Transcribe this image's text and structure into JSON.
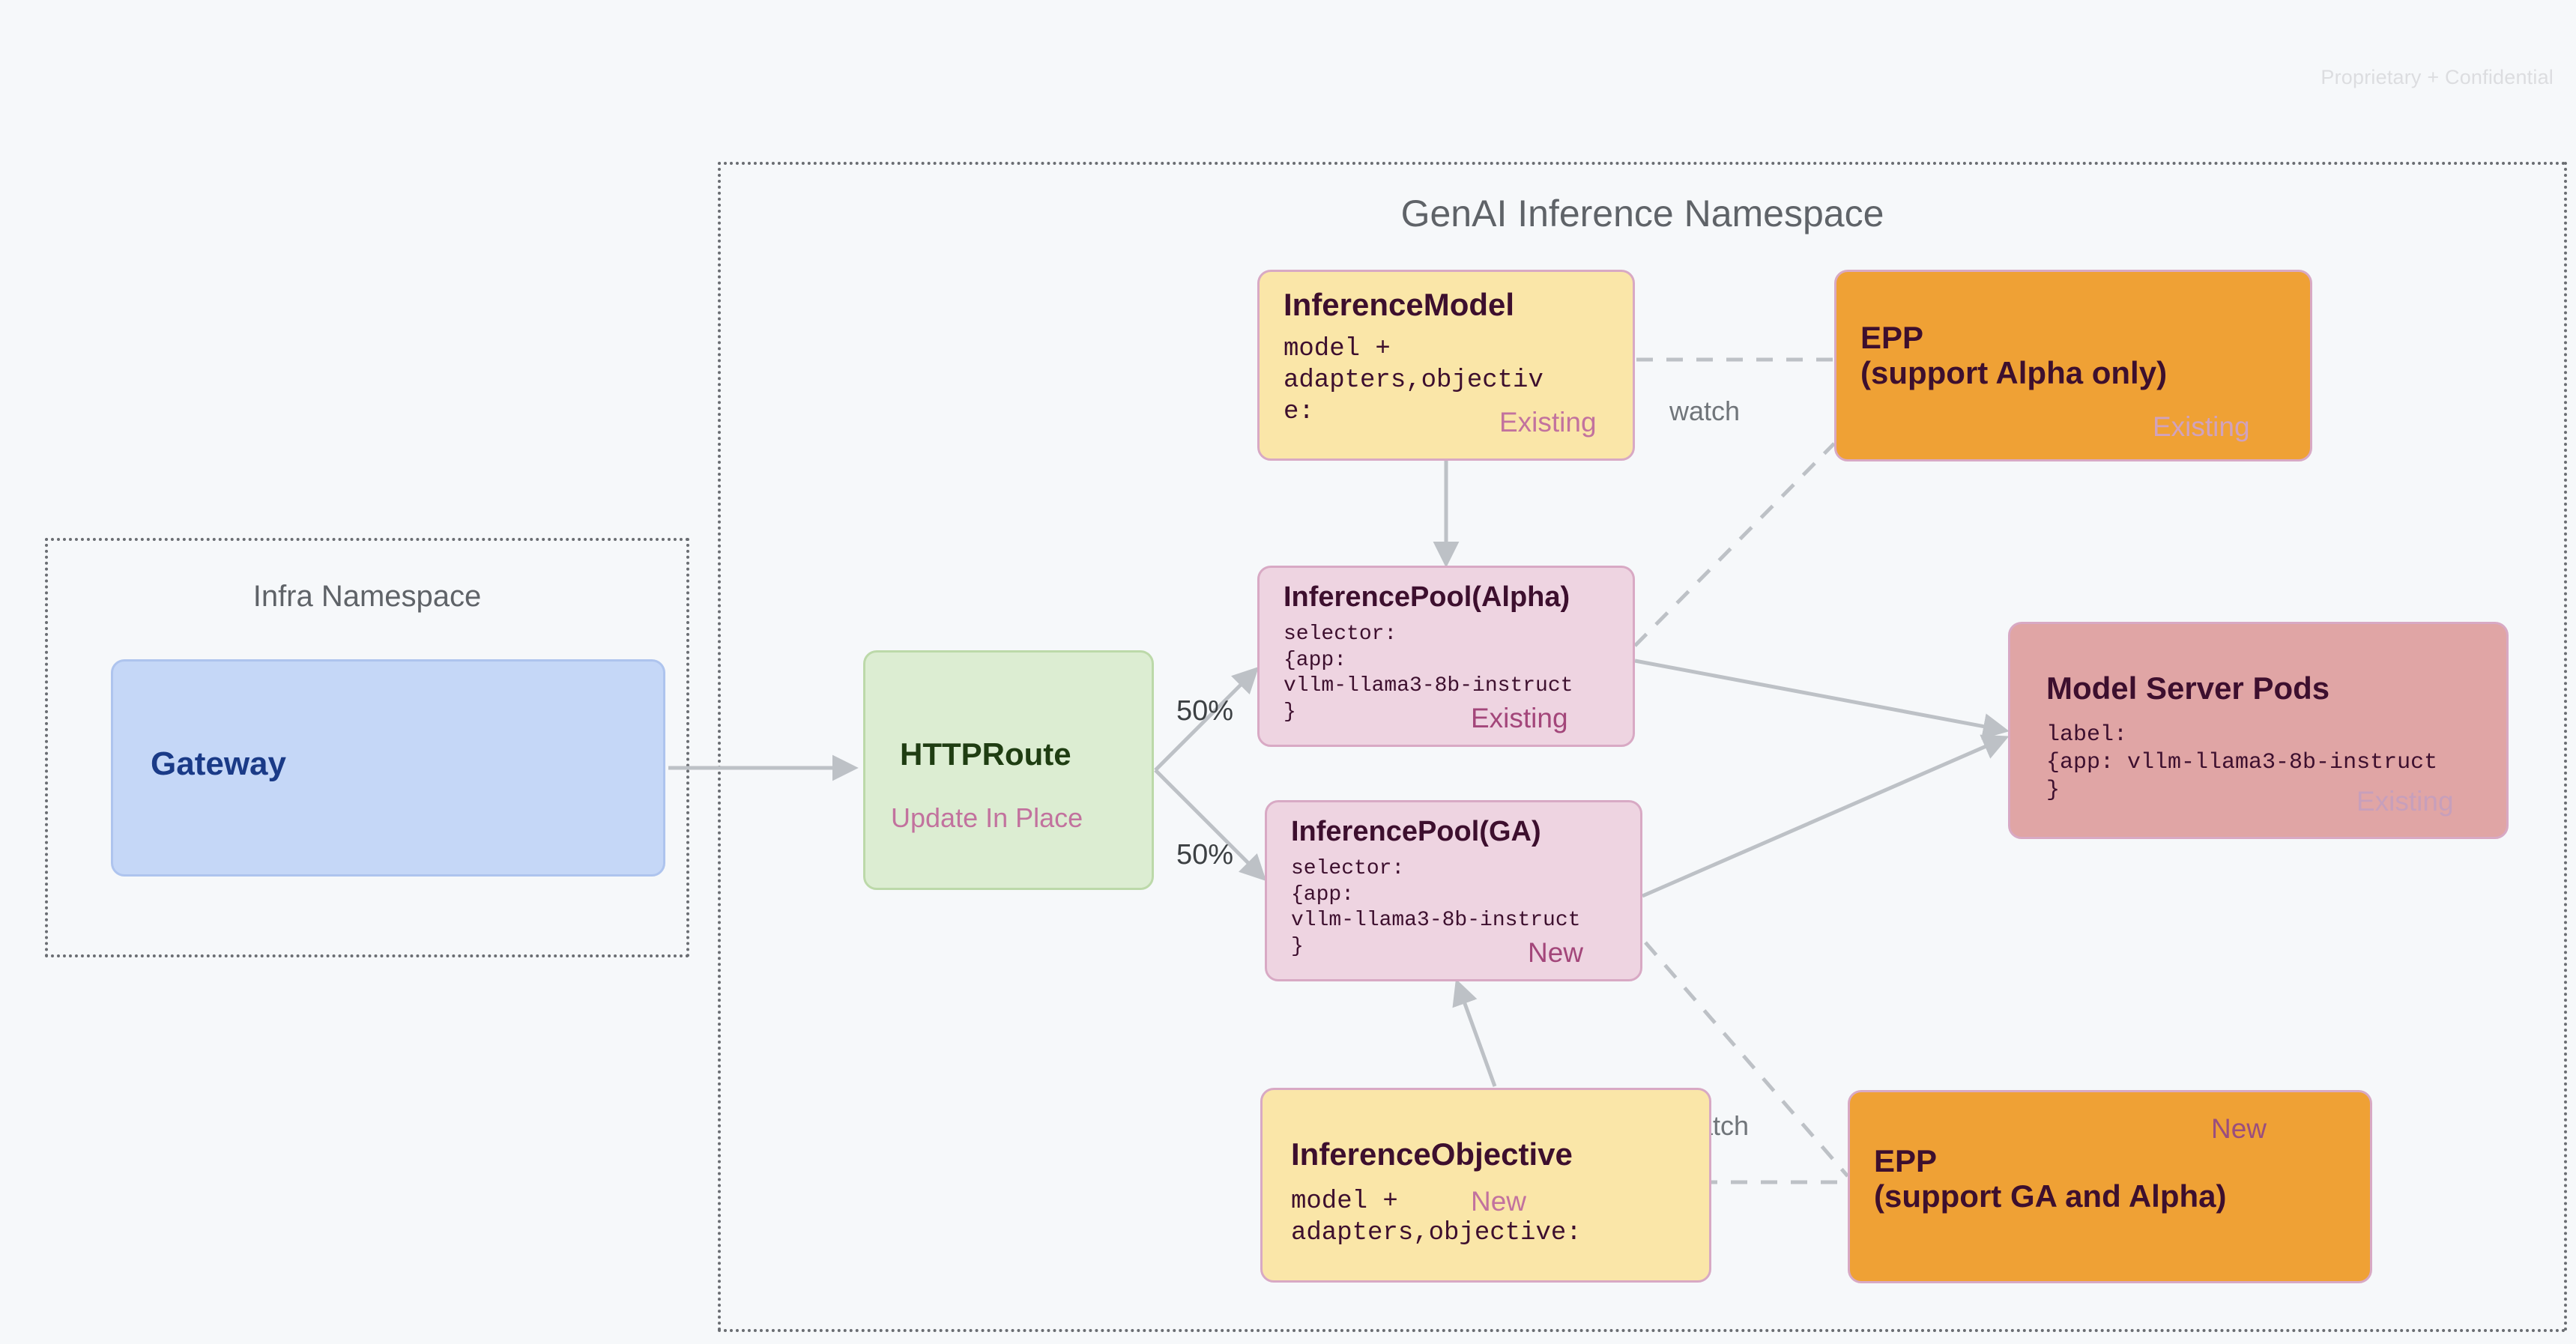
{
  "page": {
    "confidential_notice": "Proprietary + Confidential",
    "background_color": "#f6f8fa"
  },
  "namespaces": [
    {
      "id": "genai",
      "title": "GenAI Inference Namespace",
      "border_style": "dotted",
      "border_color": "#6a6d72"
    },
    {
      "id": "infra",
      "title": "Infra Namespace",
      "border_style": "dotted",
      "border_color": "#6a6d72"
    }
  ],
  "nodes": {
    "gateway": {
      "title": "Gateway",
      "fill": "#c5d7f7",
      "text_color": "#1a3a87"
    },
    "httproute": {
      "title": "HTTPRoute",
      "subtitle": "Update In Place",
      "fill": "#dcedd2",
      "text_color": "#1f3d12",
      "subtitle_color": "#c2729e"
    },
    "inference_model": {
      "title": "InferenceModel",
      "body": "model +\nadapters,objectiv\ne:",
      "badge": "Existing",
      "fill": "#fae6a8",
      "badge_color": "#c2729e"
    },
    "epp_alpha": {
      "title": "EPP\n(support Alpha only)",
      "badge": "Existing",
      "fill": "#efa135",
      "badge_color": "#d0a2bf"
    },
    "inference_pool_alpha": {
      "title": "InferencePool(Alpha)",
      "body": "selector:\n{app:\nvllm-llama3-8b-instruct\n}",
      "badge": "Existing",
      "fill": "#eed4e1",
      "badge_color": "#a3467a"
    },
    "inference_pool_ga": {
      "title": "InferencePool(GA)",
      "body": "selector:\n{app:\nvllm-llama3-8b-instruct\n}",
      "badge": "New",
      "fill": "#eed4e1",
      "badge_color": "#a3467a"
    },
    "model_server_pods": {
      "title": "Model Server Pods",
      "body": "label:\n{app: vllm-llama3-8b-instruct\n}",
      "badge": "Existing",
      "fill": "#e0a5a5",
      "badge_color": "#c79fbb"
    },
    "inference_objective": {
      "title": "InferenceObjective",
      "body": "model +\nadapters,objective:",
      "badge": "New",
      "fill": "#fae6a8",
      "badge_color": "#c2729e"
    },
    "epp_ga": {
      "title": "EPP\n(support GA and Alpha)",
      "badge": "New",
      "fill": "#efa135",
      "badge_color": "#9a4e7e"
    }
  },
  "edges": {
    "split_alpha_label": "50%",
    "split_ga_label": "50%",
    "watch_top_label": "watch",
    "watch_bottom_label": "watch",
    "line_color": "#bdc1c6"
  }
}
